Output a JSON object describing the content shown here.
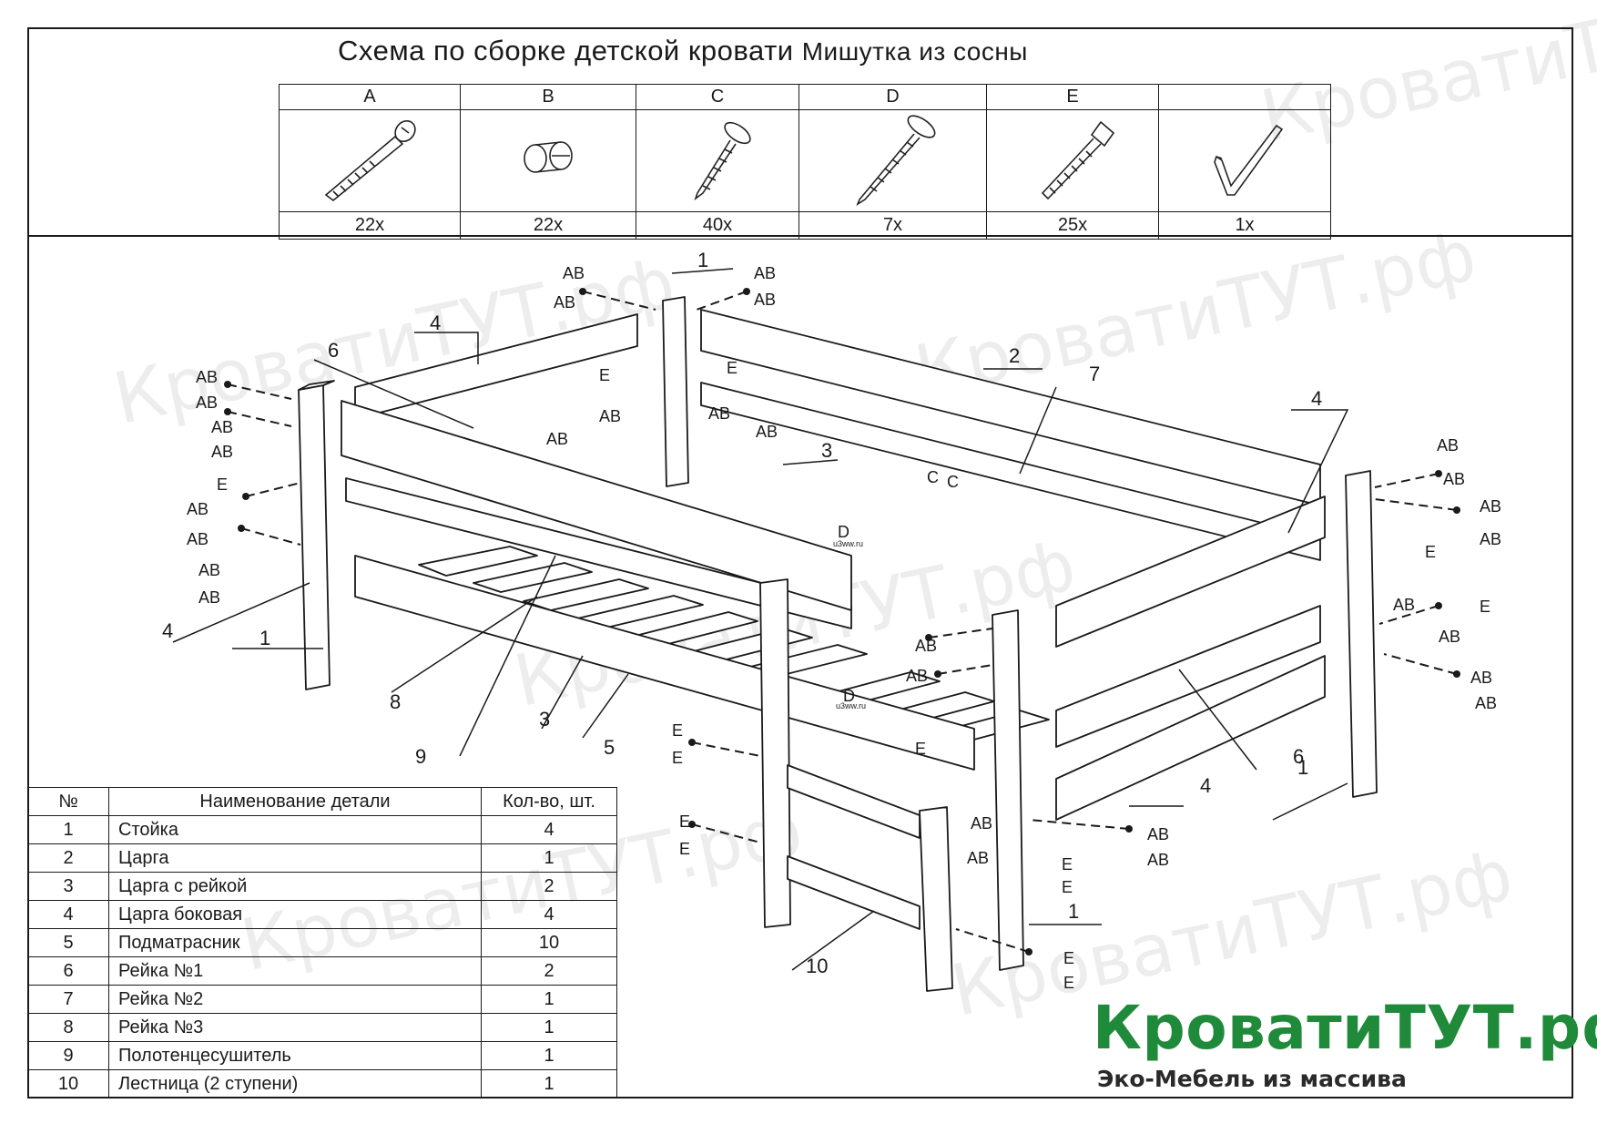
{
  "title": {
    "main": "Схема по сборке детской кровати",
    "product": "Мишутка из сосны"
  },
  "fasteners": [
    {
      "letter": "A",
      "qty": "22x",
      "icon": "confirmat-screw-icon"
    },
    {
      "letter": "B",
      "qty": "22x",
      "icon": "cap-nut-icon"
    },
    {
      "letter": "C",
      "qty": "40x",
      "icon": "short-wood-screw-icon"
    },
    {
      "letter": "D",
      "qty": "7x",
      "icon": "long-wood-screw-icon"
    },
    {
      "letter": "E",
      "qty": "25x",
      "icon": "threaded-dowel-icon"
    },
    {
      "letter": "",
      "qty": "1x",
      "icon": "hex-key-icon"
    }
  ],
  "parts_table": {
    "headers": [
      "№",
      "Наименование детали",
      "Кол-во, шт."
    ],
    "rows": [
      {
        "n": "1",
        "name": "Стойка",
        "qty": "4"
      },
      {
        "n": "2",
        "name": "Царга",
        "qty": "1"
      },
      {
        "n": "3",
        "name": "Царга с рейкой",
        "qty": "2"
      },
      {
        "n": "4",
        "name": "Царга боковая",
        "qty": "4"
      },
      {
        "n": "5",
        "name": "Подматрасник",
        "qty": "10"
      },
      {
        "n": "6",
        "name": "Рейка №1",
        "qty": "2"
      },
      {
        "n": "7",
        "name": "Рейка №2",
        "qty": "1"
      },
      {
        "n": "8",
        "name": "Рейка №3",
        "qty": "1"
      },
      {
        "n": "9",
        "name": "Полотенцесушитель",
        "qty": "1"
      },
      {
        "n": "10",
        "name": "Лестница (2 ступени)",
        "qty": "1"
      }
    ]
  },
  "brand": {
    "name": "КроватиТУТ.рф",
    "slogan": "Эко-Мебель из массива",
    "color": "#1f8a3a"
  },
  "watermark": "КроватиТУТ.рф",
  "diagram": {
    "part_callouts": [
      "1",
      "2",
      "3",
      "4",
      "5",
      "6",
      "7",
      "8",
      "9",
      "10"
    ],
    "fastener_codes": {
      "ab": "AB",
      "e": "E",
      "c": "C",
      "d": "D"
    },
    "small_label": "u3ww.ru"
  }
}
